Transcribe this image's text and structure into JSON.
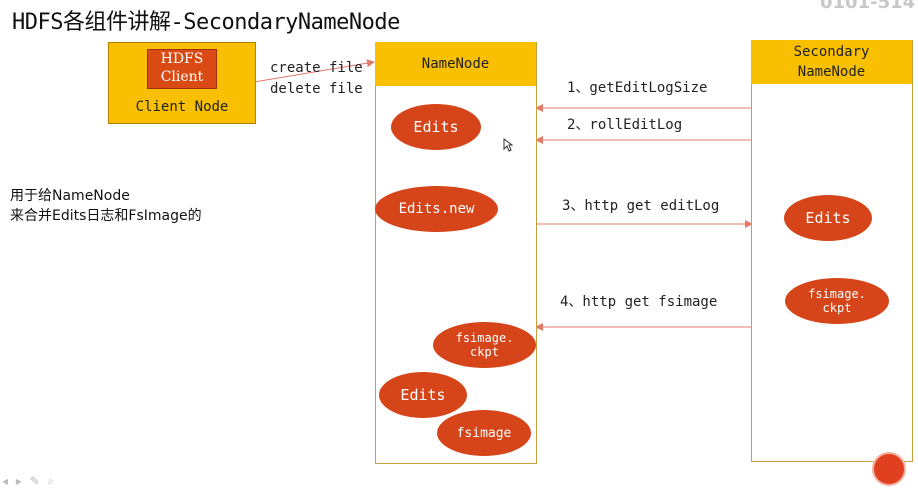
{
  "title": "HDFS各组件讲解-SecondaryNameNode",
  "watermark": "0101-514",
  "client_node": {
    "inner": "HDFS\nClient",
    "inner_line1": "HDFS",
    "inner_line2": "Client",
    "label": "Client Node"
  },
  "client_ops": {
    "create": "create file",
    "delete": "delete file"
  },
  "namenode": {
    "header": "NameNode",
    "nodes": {
      "edits_top": "Edits",
      "edits_new": "Edits.new",
      "fsimage_ckpt_line1": "fsimage.",
      "fsimage_ckpt_line2": "ckpt",
      "edits_bottom": "Edits",
      "fsimage": "fsimage"
    }
  },
  "secondary": {
    "header_line1": "Secondary",
    "header_line2": "NameNode",
    "nodes": {
      "edits": "Edits",
      "fsimage_ckpt_line1": "fsimage.",
      "fsimage_ckpt_line2": "ckpt"
    }
  },
  "steps": {
    "s1": "1、getEditLogSize",
    "s2": "2、rollEditLog",
    "s3": "3、http get editLog",
    "s4": "4、http get fsimage"
  },
  "side_note": {
    "line1": "用于给NameNode",
    "line2": "来合并Edits日志和FsImage的"
  },
  "colors": {
    "header": "#f8c000",
    "oval": "#d54519",
    "arrow": "#e07a6a"
  }
}
